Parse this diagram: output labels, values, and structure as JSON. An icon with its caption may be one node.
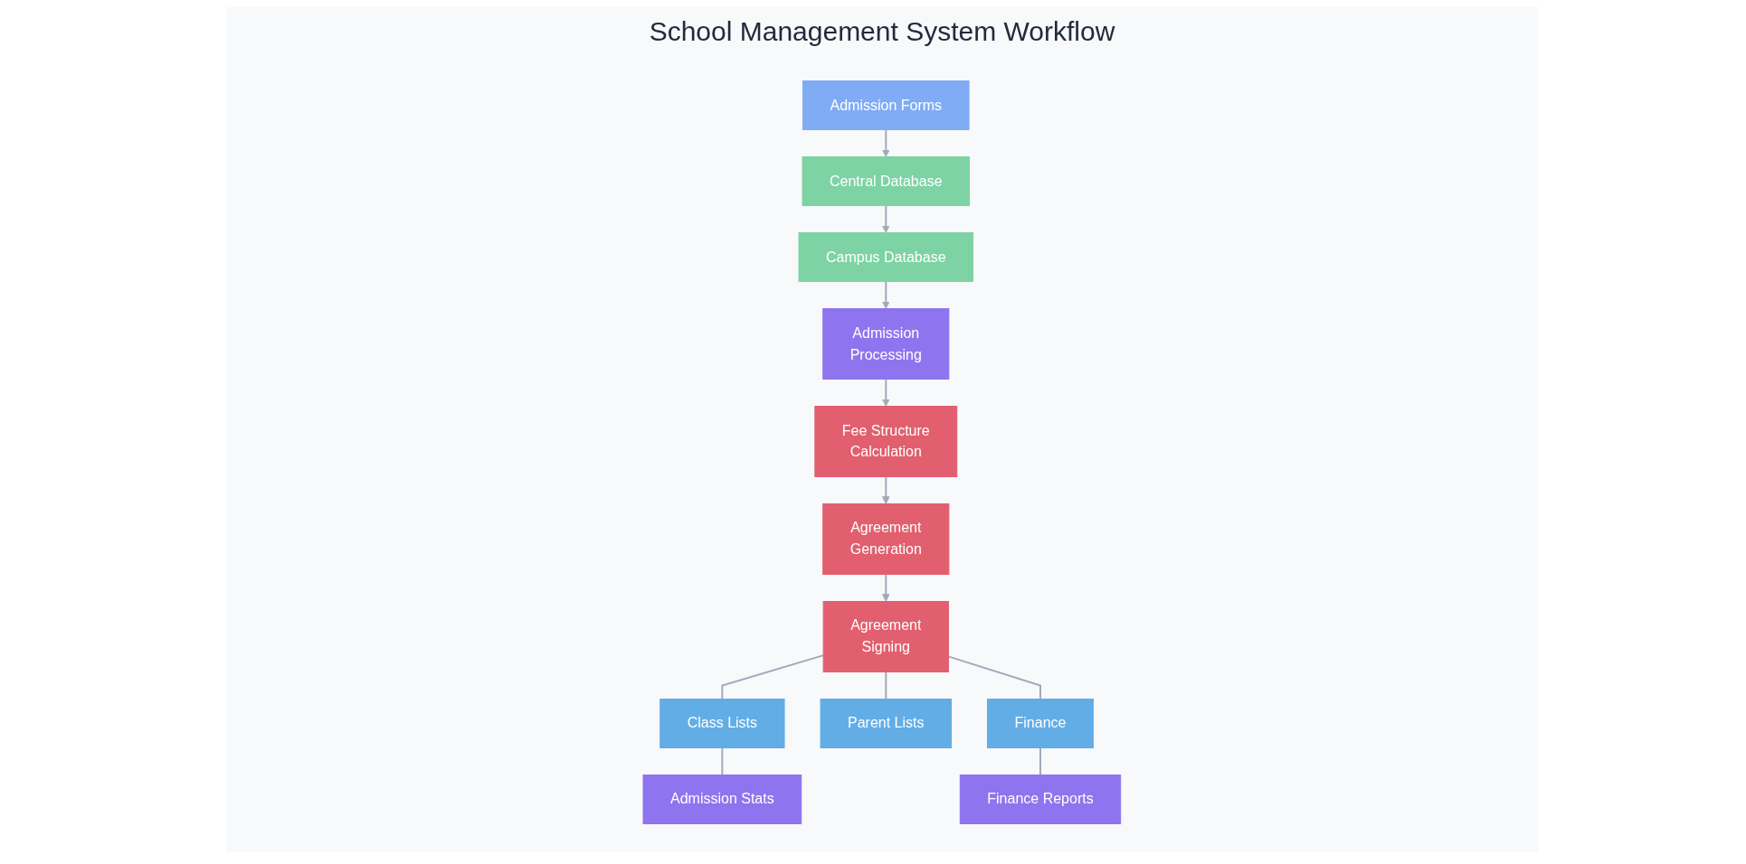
{
  "diagram": {
    "title": "School Management System Workflow",
    "nodes": [
      {
        "text": [
          "Admission Forms"
        ]
      },
      {
        "text": [
          "Central Database"
        ]
      },
      {
        "text": [
          "Campus Database"
        ]
      },
      {
        "text": [
          "Admission",
          "Processing"
        ]
      },
      {
        "text": [
          "Fee Structure",
          "Calculation"
        ]
      },
      {
        "text": [
          "Agreement",
          "Generation"
        ]
      },
      {
        "text": [
          "Agreement",
          "Signing"
        ]
      },
      {
        "text": [
          "Class Lists"
        ]
      },
      {
        "text": [
          "Parent Lists"
        ]
      },
      {
        "text": [
          "Finance"
        ]
      },
      {
        "text": [
          "Admission Stats"
        ]
      },
      {
        "text": [
          "Finance Reports"
        ]
      }
    ],
    "edges": [
      {
        "from": 0,
        "to": 1,
        "arrow": "to"
      },
      {
        "from": 1,
        "to": 2,
        "arrow": "to"
      },
      {
        "from": 2,
        "to": 3,
        "arrow": "to"
      },
      {
        "from": 3,
        "to": 4,
        "arrow": "to"
      },
      {
        "from": 4,
        "to": 5,
        "arrow": "to"
      },
      {
        "from": 5,
        "to": 6,
        "arrow": "to"
      },
      {
        "from": 6,
        "to": 7,
        "arrow": "none"
      },
      {
        "from": 6,
        "to": 8,
        "arrow": "none"
      },
      {
        "from": 6,
        "to": 9,
        "arrow": "none"
      },
      {
        "from": 7,
        "to": 10,
        "arrow": "none"
      },
      {
        "from": 9,
        "to": 11,
        "arrow": "none"
      }
    ]
  }
}
